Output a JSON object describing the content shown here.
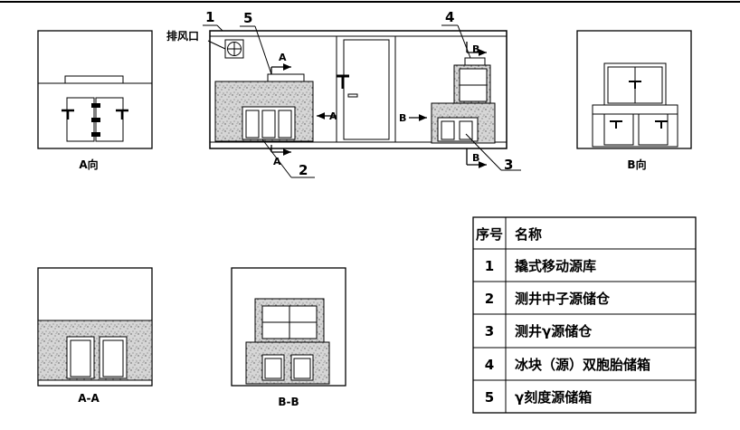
{
  "labels": {
    "exhaust_vent": "排风口",
    "view_a": "A向",
    "view_b": "B向",
    "section_aa": "A-A",
    "section_bb": "B-B",
    "letter_a": "A",
    "letter_b": "B",
    "callout_1": "1",
    "callout_2": "2",
    "callout_3": "3",
    "callout_4": "4",
    "callout_5": "5"
  },
  "legend": {
    "header_no": "序号",
    "header_name": "名称",
    "rows": [
      {
        "no": "1",
        "name": "撬式移动源库"
      },
      {
        "no": "2",
        "name": "测井中子源储仓"
      },
      {
        "no": "3",
        "name": "测井γ源储仓"
      },
      {
        "no": "4",
        "name": "冰块（源）双胞胎储箱"
      },
      {
        "no": "5",
        "name": "γ刻度源储箱"
      }
    ]
  },
  "colors": {
    "line": "#000000",
    "speckle_bg": "#d6d6d6"
  }
}
